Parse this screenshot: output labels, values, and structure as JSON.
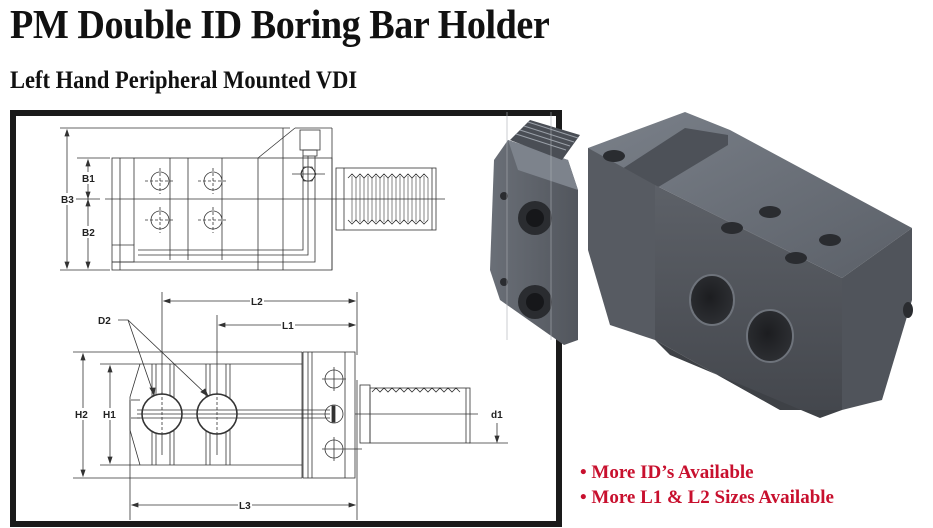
{
  "header": {
    "title": "PM Double ID Boring Bar Holder",
    "subtitle": "Left Hand Peripheral Mounted VDI"
  },
  "drawing": {
    "top_view_labels": {
      "b1": "B1",
      "b2": "B2",
      "b3": "B3"
    },
    "side_view_labels": {
      "d2": "D2",
      "l1": "L1",
      "l2": "L2",
      "l3": "L3",
      "h1": "H1",
      "h2": "H2",
      "d1": "d1"
    }
  },
  "features": {
    "bullet_symbol": "•",
    "items": [
      {
        "label": "More ID’s Available"
      },
      {
        "label": "More L1 & L2 Sizes Available"
      }
    ]
  },
  "colors": {
    "title": "#111111",
    "frame": "#1a1a1a",
    "accent_red": "#c8102e",
    "steel": "#5a5f66"
  }
}
